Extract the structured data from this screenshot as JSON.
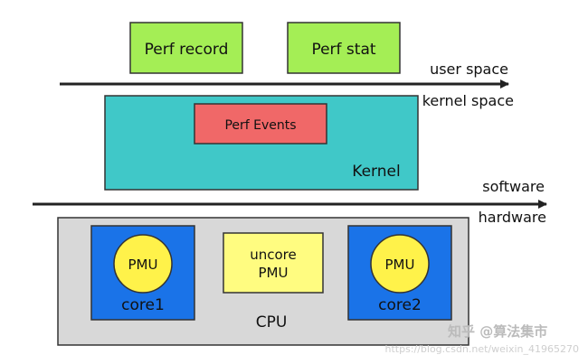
{
  "user_space": {
    "perf_record": "Perf record",
    "perf_stat": "Perf stat"
  },
  "layer_labels": {
    "user_space": "user space",
    "kernel_space": "kernel space",
    "software": "software",
    "hardware": "hardware"
  },
  "kernel": {
    "label": "Kernel",
    "perf_events": "Perf Events"
  },
  "cpu": {
    "label": "CPU",
    "core1": {
      "pmu": "PMU",
      "label": "core1"
    },
    "uncore": {
      "line1": "uncore",
      "line2": "PMU"
    },
    "core2": {
      "pmu": "PMU",
      "label": "core2"
    }
  },
  "watermark": {
    "brand": "知乎 @算法集市",
    "url": "https://blog.csdn.net/weixin_41965270"
  },
  "colors": {
    "user_box": "#a4ee55",
    "kernel_box": "#40c8c8",
    "perf_events": "#f06868",
    "cpu_box": "#d8d8d8",
    "core_box": "#1a73e8",
    "pmu_circle": "#fff24a",
    "uncore_box": "#fffc80"
  }
}
